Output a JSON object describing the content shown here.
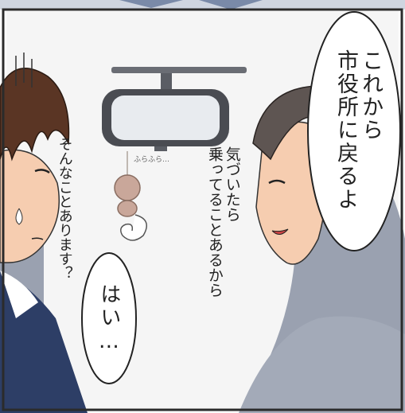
{
  "panel": {
    "speech_right": "これから\n市役所に戻るよ",
    "speech_bottom": "はい…",
    "dialogue_middle": "気づいたら\n乗ってることあるから",
    "dialogue_left": "そんなことあります？",
    "sfx": "ふらふら…"
  },
  "colors": {
    "border": "#2b2b2b",
    "ceiling": "#f5f5f5",
    "seat": "#9aa1b0",
    "hair_left": "#5a3524",
    "hair_right": "#5e5552",
    "skin": "#f6cdb0",
    "suit": "#2d3e66"
  }
}
